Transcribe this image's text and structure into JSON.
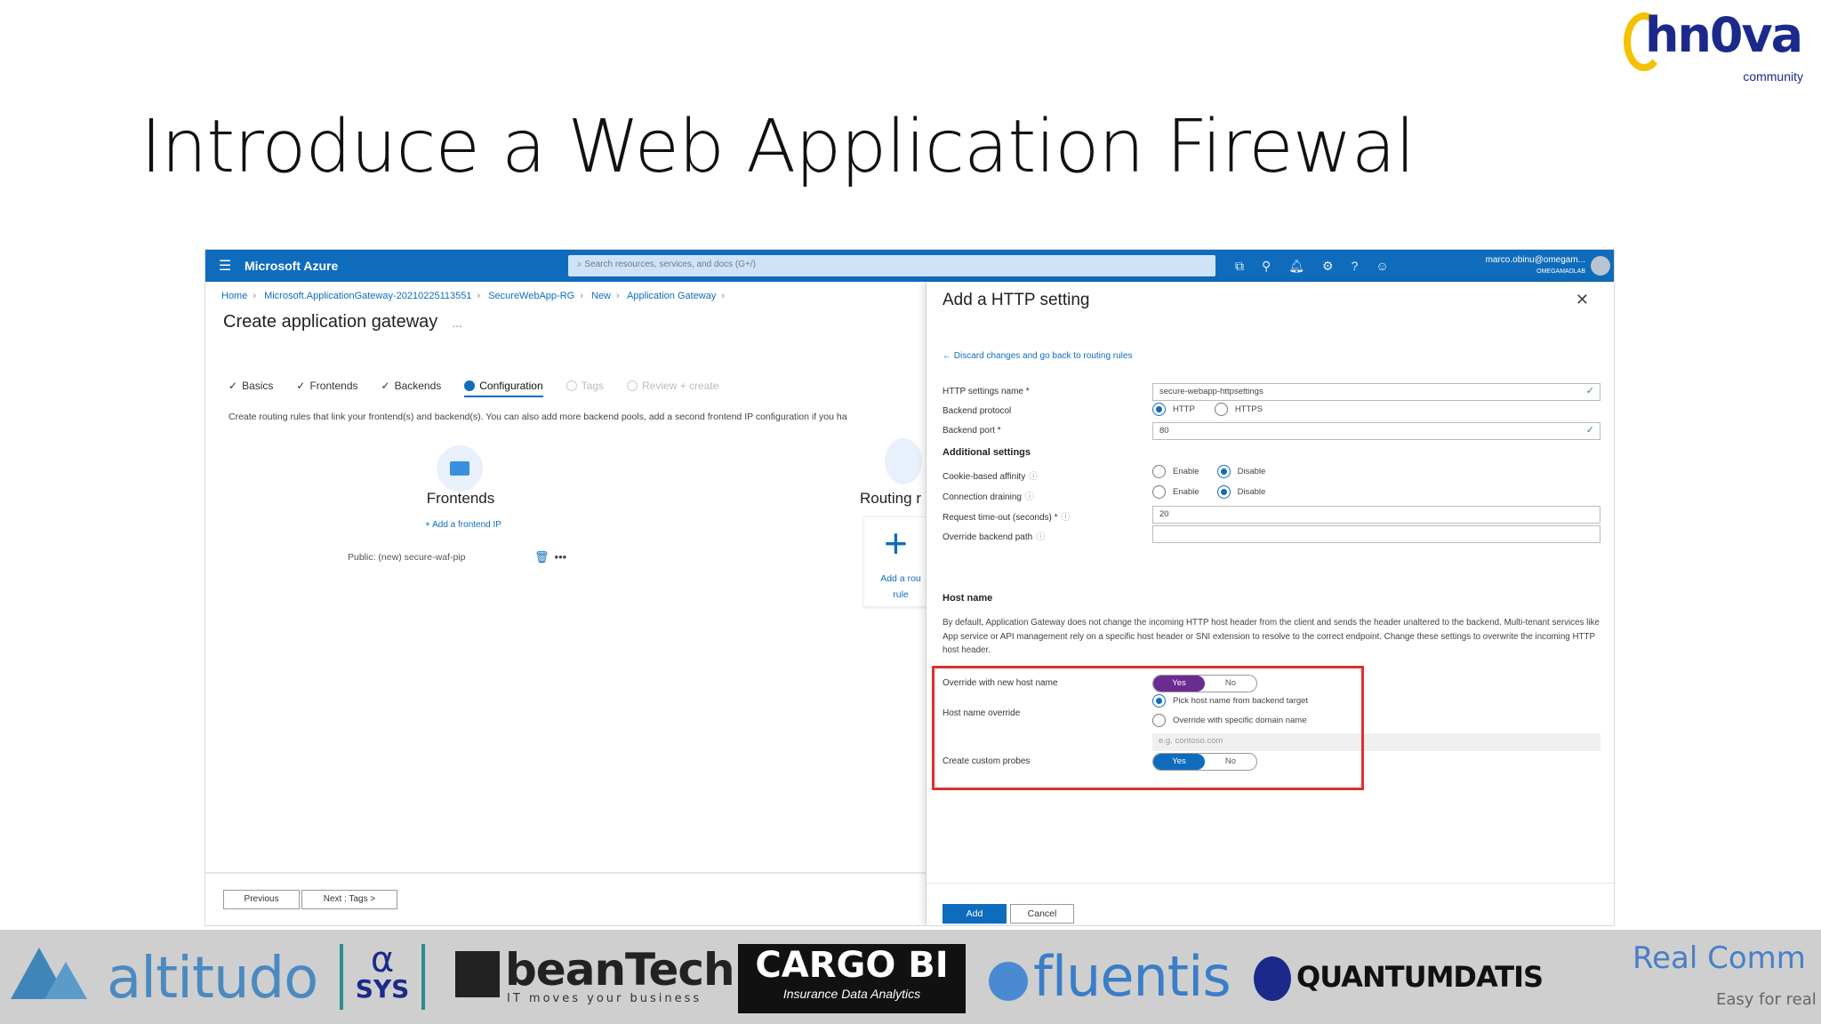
{
  "slide": {
    "title": "Introduce a Web Application Firewal",
    "logo": {
      "word": "hn0va",
      "sub": "community"
    }
  },
  "topbar": {
    "brand": "Microsoft Azure",
    "search_placeholder": "Search resources, services, and docs (G+/)",
    "user": "marco.obinu@omegam...",
    "org": "OMEGAMADLAB",
    "icons": [
      "terminal-icon",
      "filter-icon",
      "bell-icon",
      "gear-icon",
      "help-icon",
      "feedback-icon"
    ]
  },
  "breadcrumb": [
    "Home",
    "Microsoft.ApplicationGateway-20210225113551",
    "SecureWebApp-RG",
    "New",
    "Application Gateway"
  ],
  "page": {
    "title": "Create application gateway",
    "dots": "...",
    "steps": [
      {
        "label": "Basics",
        "state": "done"
      },
      {
        "label": "Frontends",
        "state": "done"
      },
      {
        "label": "Backends",
        "state": "done"
      },
      {
        "label": "Configuration",
        "state": "active"
      },
      {
        "label": "Tags",
        "state": "todo"
      },
      {
        "label": "Review + create",
        "state": "todo"
      }
    ],
    "intro": "Create routing rules that link your frontend(s) and backend(s). You can also add more backend pools, add a second frontend IP configuration if you ha",
    "frontends": {
      "title": "Frontends",
      "add": "+ Add a frontend IP",
      "item": "Public: (new) secure-waf-pip"
    },
    "routing": {
      "title": "Routing r",
      "add_line1": "Add a rou",
      "add_line2": "rule"
    },
    "previous": "Previous",
    "next": "Next : Tags >"
  },
  "flyout": {
    "title": "Add a HTTP setting",
    "back": "← Discard changes and go back to routing rules",
    "http_settings_name_label": "HTTP settings name *",
    "http_settings_name_value": "secure-webapp-httpsettings",
    "backend_protocol_label": "Backend protocol",
    "protocol_http": "HTTP",
    "protocol_https": "HTTPS",
    "backend_port_label": "Backend port *",
    "backend_port_value": "80",
    "additional_settings": "Additional settings",
    "cookie_label": "Cookie-based affinity",
    "drain_label": "Connection draining",
    "enable": "Enable",
    "disable": "Disable",
    "timeout_label": "Request time-out (seconds) *",
    "timeout_value": "20",
    "override_path_label": "Override backend path",
    "host_name_head": "Host name",
    "host_help": "By default, Application Gateway does not change the incoming HTTP host header from the client and sends the header unaltered to the backend. Multi-tenant services like App service or API management rely on a specific host header or SNI extension to resolve to the correct endpoint. Change these settings to overwrite the incoming HTTP host header.",
    "override_host_label": "Override with new host name",
    "yes": "Yes",
    "no": "No",
    "host_override_label": "Host name override",
    "pick_host": "Pick host name from backend target",
    "override_domain": "Override with specific domain name",
    "domain_placeholder": "e.g. contoso.com",
    "custom_probes_label": "Create custom probes",
    "add": "Add",
    "cancel": "Cancel"
  },
  "sponsors": {
    "altitudo": "altitudo",
    "asys_a": "α",
    "asys_s": "SYS",
    "beantech": "beanTech",
    "beantech_sub": "IT moves your business",
    "cargo": "CARGO BI",
    "cargo_sub": "Insurance Data Analytics",
    "fluentis": "fluentis",
    "quantumdatis": "QUANTUMDATIS",
    "realcomm": "Real Comm",
    "realcomm_sub": "Easy for real"
  },
  "colors": {
    "azure_blue": "#0f6cbd",
    "toggle_purple": "#6b2c91",
    "highlight_red": "#e03030"
  }
}
